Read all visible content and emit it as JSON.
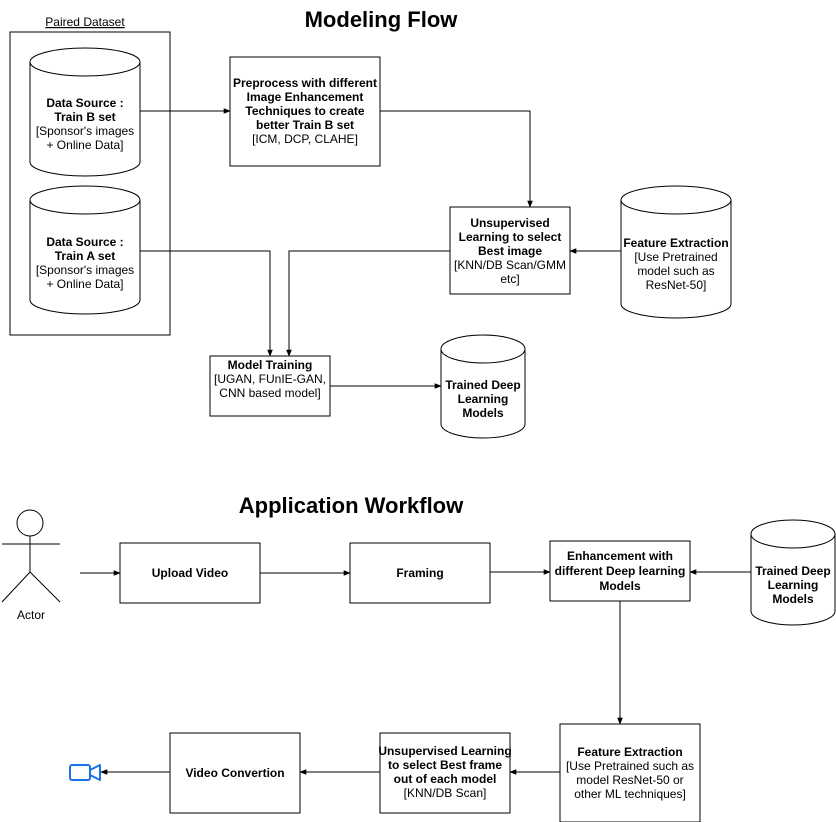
{
  "modeling_flow": {
    "title": "Modeling Flow",
    "paired_dataset_label": "Paired Dataset",
    "train_b": {
      "line1": "Data Source :",
      "line2": "Train B set",
      "line3": "[Sponsor's images",
      "line4": "+ Online Data]"
    },
    "train_a": {
      "line1": "Data Source :",
      "line2": "Train A set",
      "line3": "[Sponsor's images",
      "line4": "+ Online Data]"
    },
    "preprocess": {
      "line1": "Preprocess with different",
      "line2": "Image Enhancement",
      "line3": "Techniques to create",
      "line4": "better Train B set",
      "line5": "[ICM, DCP, CLAHE]"
    },
    "unsupervised": {
      "line1": "Unsupervised",
      "line2": "Learning to select",
      "line3": "Best image",
      "line4": "[KNN/DB Scan/GMM",
      "line5": "etc]"
    },
    "feature_extraction": {
      "line1": "Feature Extraction",
      "line2": "[Use Pretrained",
      "line3": "model such as",
      "line4": "ResNet-50]"
    },
    "model_training": {
      "line1": "Model Training",
      "line2": "[UGAN, FUnIE-GAN,",
      "line3": "CNN based model]"
    },
    "trained_models": {
      "line1": "Trained Deep",
      "line2": "Learning",
      "line3": "Models"
    }
  },
  "application_workflow": {
    "title": "Application Workflow",
    "actor_label": "Actor",
    "upload_video": "Upload Video",
    "framing": "Framing",
    "enhancement": {
      "line1": "Enhancement with",
      "line2": "different Deep learning",
      "line3": "Models"
    },
    "trained_models": {
      "line1": "Trained Deep",
      "line2": "Learning",
      "line3": "Models"
    },
    "feature_extraction": {
      "line1": "Feature Extraction",
      "line2": "[Use Pretrained such as",
      "line3": "model ResNet-50 or",
      "line4": "other ML techniques]"
    },
    "unsupervised": {
      "line1": "Unsupervised Learning",
      "line2": "to select Best frame",
      "line3": "out of each model",
      "line4": "[KNN/DB Scan]"
    },
    "video_conversion": "Video Convertion",
    "video_icon": "video-camera-icon"
  },
  "colors": {
    "stroke": "#000000",
    "icon": "#1a73e8"
  }
}
